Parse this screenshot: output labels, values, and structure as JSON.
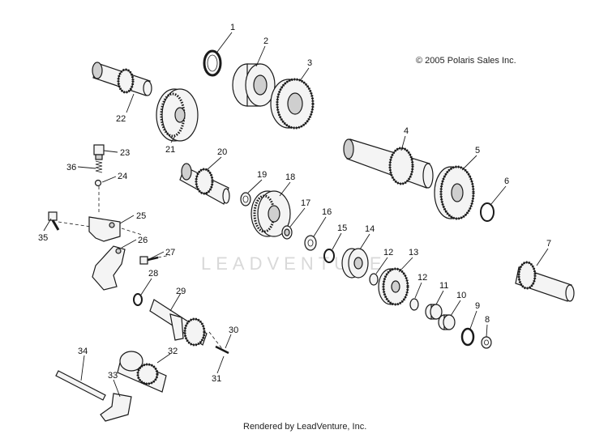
{
  "copyright": "© 2005 Polaris Sales Inc.",
  "footer": "Rendered by LeadVenture, Inc.",
  "watermark": "LEADVENTURE",
  "callouts": [
    "1",
    "2",
    "3",
    "4",
    "5",
    "6",
    "7",
    "8",
    "9",
    "10",
    "11",
    "12",
    "12",
    "13",
    "14",
    "15",
    "16",
    "17",
    "18",
    "19",
    "20",
    "21",
    "22",
    "23",
    "24",
    "25",
    "26",
    "27",
    "28",
    "29",
    "30",
    "31",
    "32",
    "33",
    "34",
    "35",
    "36"
  ]
}
